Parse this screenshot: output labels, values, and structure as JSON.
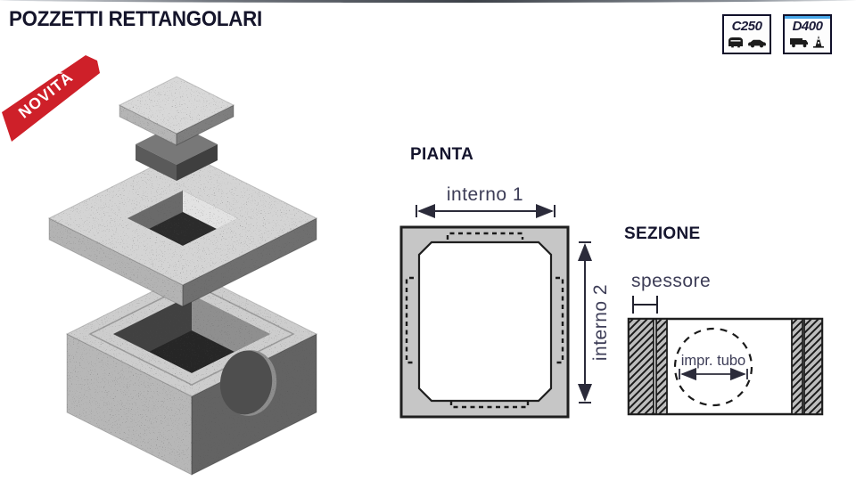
{
  "header": {
    "title": "POZZETTI RETTANGOLARI",
    "ribbon_label": "NOVITÀ",
    "badges": [
      {
        "label": "C250",
        "icons": [
          "car-front-icon",
          "car-side-icon"
        ]
      },
      {
        "label": "D400",
        "icons": [
          "truck-icon",
          "highway-icon"
        ]
      }
    ]
  },
  "plan": {
    "label": "PIANTA",
    "dim_horizontal": "interno 1",
    "dim_vertical": "interno 2"
  },
  "section": {
    "label": "SEZIONE",
    "dim_thickness": "spessore",
    "dim_pipe": "impr. tubo"
  },
  "colors": {
    "accent_red": "#ce2029",
    "title_ink": "#15152b",
    "label_ink": "#3d3d57",
    "line_ink": "#1f1f1f",
    "concrete_light": "#d2d2d2",
    "concrete_mid": "#b5b5b5",
    "concrete_dark": "#666666",
    "plan_wall_gray": "#c6c6c6",
    "badge_blue": "#47a7e8"
  }
}
